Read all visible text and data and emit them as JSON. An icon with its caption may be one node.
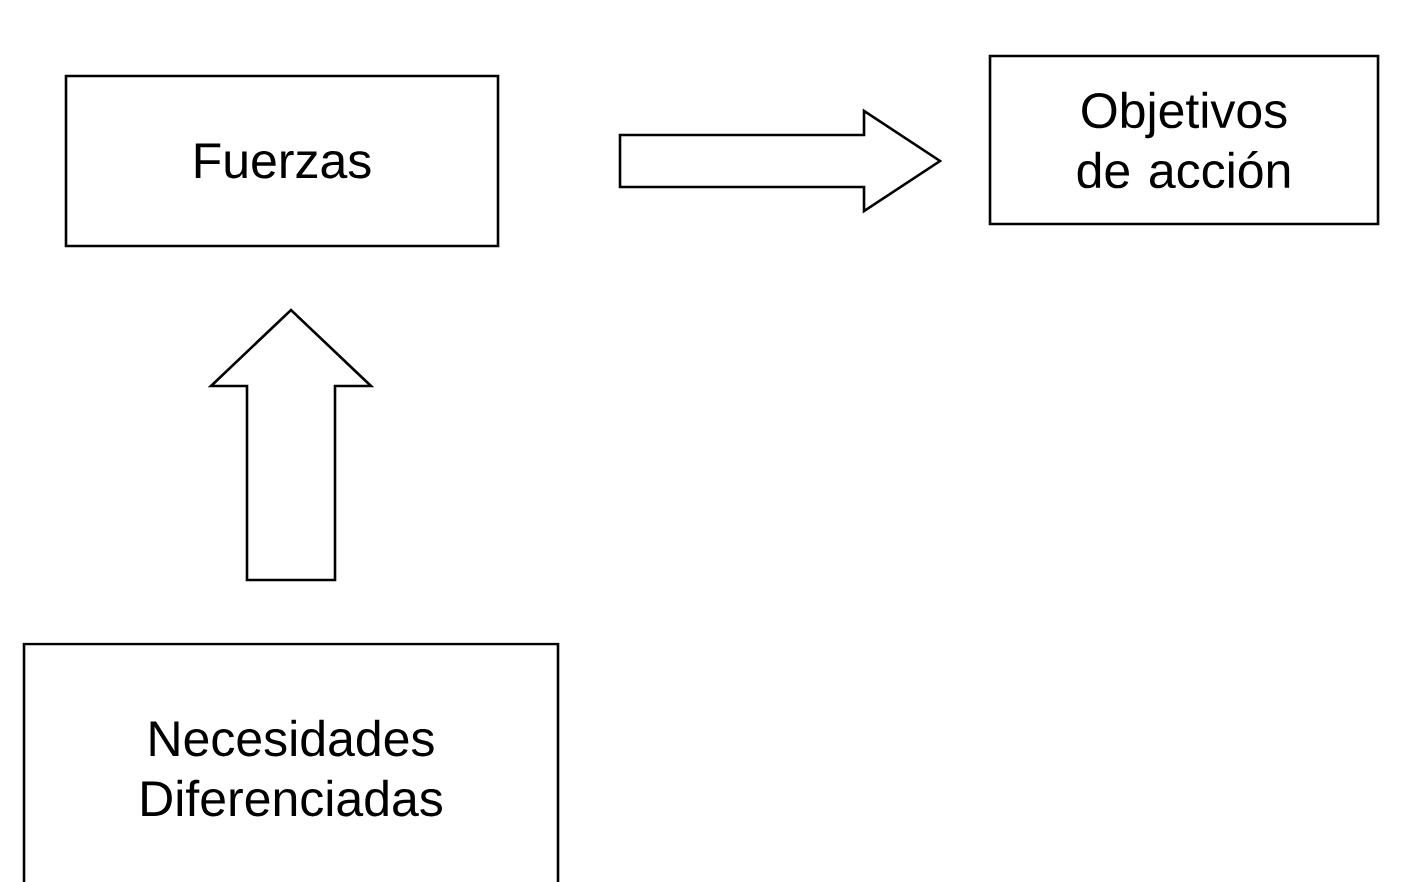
{
  "diagram": {
    "nodes": [
      {
        "text": [
          "Fuerzas"
        ]
      },
      {
        "text": [
          "Objetivos de acción"
        ]
      },
      {
        "text": [
          "Necesidades Diferenciadas"
        ]
      }
    ],
    "edges": [
      {
        "from": 2,
        "to": 0,
        "arrow": "to"
      },
      {
        "from": 0,
        "to": 1,
        "arrow": "to"
      }
    ]
  }
}
